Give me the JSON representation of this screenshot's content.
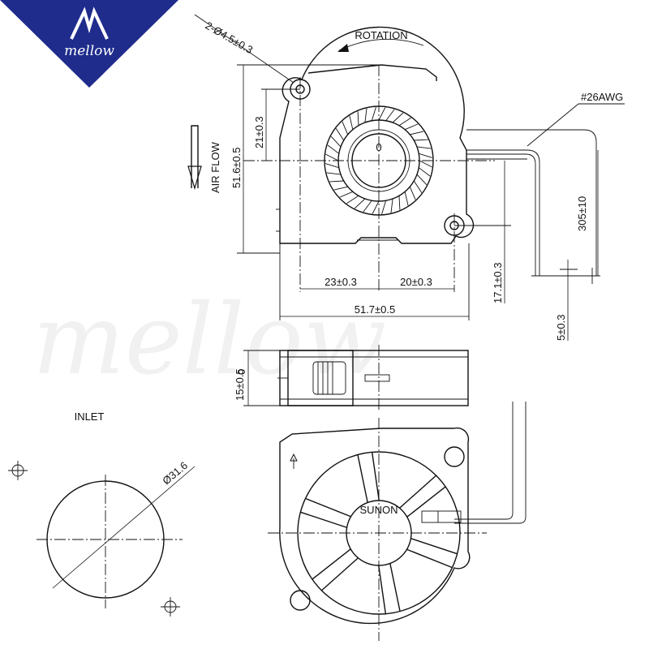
{
  "logo": {
    "text": "mellow",
    "bg": "#1f2c8c"
  },
  "watermark": "mellow",
  "labels": {
    "rotation": "ROTATION",
    "holes": "2-Ø4.5±0.3",
    "awg": "#26AWG",
    "air_flow": "AIR FLOW",
    "inlet": "INLET",
    "brand": "SUNON"
  },
  "dimensions": {
    "height": "51.6±0.5",
    "hole_vertical": "21±0.3",
    "hole_left": "23±0.3",
    "hole_right": "20±0.3",
    "width": "51.7±0.5",
    "outlet_height": "17.1±0.3",
    "wire_length": "305±10",
    "wire_strip": "5±0.3",
    "thickness_value": "15±0.5",
    "thickness_tol": "0",
    "inlet_diameter": "Ø31.6"
  },
  "colors": {
    "line": "#111111",
    "logo_bg": "#1f2c8c"
  }
}
